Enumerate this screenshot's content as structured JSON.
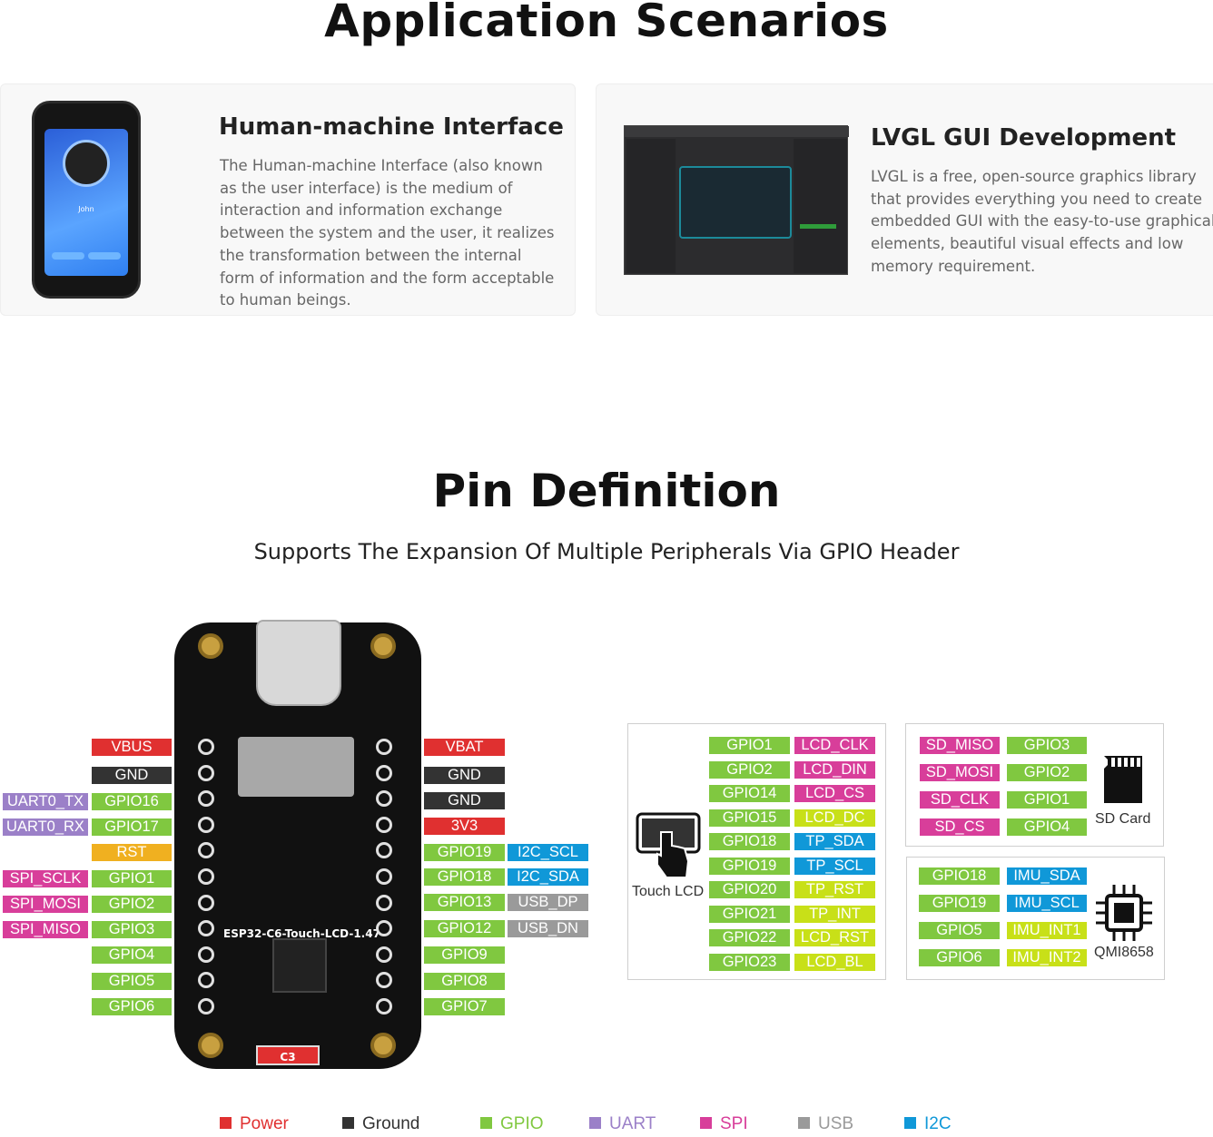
{
  "app_scenarios": {
    "title": "Application Scenarios",
    "hmi": {
      "title": "Human-machine Interface",
      "body": "The Human-machine Interface (also known as the user interface) is the medium of interaction and information exchange between the system and the user, it realizes the transformation between the internal form of information and the form acceptable to human beings.",
      "phone_name": "John"
    },
    "lvgl": {
      "title": "LVGL GUI Development",
      "body": "LVGL is a free, open-source graphics library that provides everything you need to create embedded GUI with the easy-to-use graphical elements, beautiful visual effects and low memory requirement."
    }
  },
  "pin_definition": {
    "title": "Pin Definition",
    "subtitle": "Supports The Expansion Of Multiple Peripherals Via GPIO Header",
    "board_name": "ESP32-C6-Touch-LCD-1.47",
    "board_chip_label": "C3",
    "left_pins": [
      {
        "outer": "",
        "inner": "VBUS",
        "inner_type": "pwr"
      },
      {
        "outer": "",
        "inner": "GND",
        "inner_type": "gnd"
      },
      {
        "outer": "UART0_TX",
        "outer_type": "uart",
        "inner": "GPIO16",
        "inner_type": "gpio"
      },
      {
        "outer": "UART0_RX",
        "outer_type": "uart",
        "inner": "GPIO17",
        "inner_type": "gpio"
      },
      {
        "outer": "",
        "inner": "RST",
        "inner_type": "rst"
      },
      {
        "outer": "SPI_SCLK",
        "outer_type": "spi",
        "inner": "GPIO1",
        "inner_type": "gpio"
      },
      {
        "outer": "SPI_MOSI",
        "outer_type": "spi",
        "inner": "GPIO2",
        "inner_type": "gpio"
      },
      {
        "outer": "SPI_MISO",
        "outer_type": "spi",
        "inner": "GPIO3",
        "inner_type": "gpio"
      },
      {
        "outer": "",
        "inner": "GPIO4",
        "inner_type": "gpio"
      },
      {
        "outer": "",
        "inner": "GPIO5",
        "inner_type": "gpio"
      },
      {
        "outer": "",
        "inner": "GPIO6",
        "inner_type": "gpio"
      }
    ],
    "right_pins": [
      {
        "inner": "VBAT",
        "inner_type": "pwr",
        "outer": ""
      },
      {
        "inner": "GND",
        "inner_type": "gnd",
        "outer": ""
      },
      {
        "inner": "GND",
        "inner_type": "gnd",
        "outer": ""
      },
      {
        "inner": "3V3",
        "inner_type": "pwr",
        "outer": ""
      },
      {
        "inner": "GPIO19",
        "inner_type": "gpio",
        "outer": "I2C_SCL",
        "outer_type": "i2c"
      },
      {
        "inner": "GPIO18",
        "inner_type": "gpio",
        "outer": "I2C_SDA",
        "outer_type": "i2c"
      },
      {
        "inner": "GPIO13",
        "inner_type": "gpio",
        "outer": "USB_DP",
        "outer_type": "usb"
      },
      {
        "inner": "GPIO12",
        "inner_type": "gpio",
        "outer": "USB_DN",
        "outer_type": "usb"
      },
      {
        "inner": "GPIO9",
        "inner_type": "gpio",
        "outer": ""
      },
      {
        "inner": "GPIO8",
        "inner_type": "gpio",
        "outer": ""
      },
      {
        "inner": "GPIO7",
        "inner_type": "gpio",
        "outer": ""
      }
    ],
    "lcd": {
      "caption": "Touch LCD",
      "rows": [
        {
          "gpio": "GPIO1",
          "func": "LCD_CLK",
          "type": "spi"
        },
        {
          "gpio": "GPIO2",
          "func": "LCD_DIN",
          "type": "spi"
        },
        {
          "gpio": "GPIO14",
          "func": "LCD_CS",
          "type": "spi"
        },
        {
          "gpio": "GPIO15",
          "func": "LCD_DC",
          "type": "lime"
        },
        {
          "gpio": "GPIO18",
          "func": "TP_SDA",
          "type": "i2c"
        },
        {
          "gpio": "GPIO19",
          "func": "TP_SCL",
          "type": "i2c"
        },
        {
          "gpio": "GPIO20",
          "func": "TP_RST",
          "type": "lime"
        },
        {
          "gpio": "GPIO21",
          "func": "TP_INT",
          "type": "lime"
        },
        {
          "gpio": "GPIO22",
          "func": "LCD_RST",
          "type": "lime"
        },
        {
          "gpio": "GPIO23",
          "func": "LCD_BL",
          "type": "lime"
        }
      ]
    },
    "sd": {
      "caption": "SD Card",
      "rows": [
        {
          "func": "SD_MISO",
          "gpio": "GPIO3"
        },
        {
          "func": "SD_MOSI",
          "gpio": "GPIO2"
        },
        {
          "func": "SD_CLK",
          "gpio": "GPIO1"
        },
        {
          "func": "SD_CS",
          "gpio": "GPIO4"
        }
      ]
    },
    "imu": {
      "caption": "QMI8658",
      "rows": [
        {
          "gpio": "GPIO18",
          "func": "IMU_SDA",
          "type": "i2c"
        },
        {
          "gpio": "GPIO19",
          "func": "IMU_SCL",
          "type": "i2c"
        },
        {
          "gpio": "GPIO5",
          "func": "IMU_INT1",
          "type": "lime"
        },
        {
          "gpio": "GPIO6",
          "func": "IMU_INT2",
          "type": "lime"
        }
      ]
    },
    "legend": [
      {
        "label": "Power",
        "color": "#e03030"
      },
      {
        "label": "Ground",
        "color": "#333333"
      },
      {
        "label": "GPIO",
        "color": "#80c840"
      },
      {
        "label": "UART",
        "color": "#9b80c8"
      },
      {
        "label": "SPI",
        "color": "#d83e9a"
      },
      {
        "label": "USB",
        "color": "#9a9a9a"
      },
      {
        "label": "I2C",
        "color": "#1098d8"
      }
    ]
  }
}
